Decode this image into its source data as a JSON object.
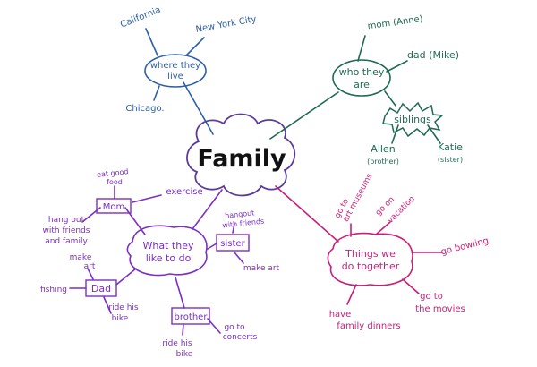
{
  "colors": {
    "blue": "#2e5fa8",
    "green": "#1f6b4f",
    "purple": "#7b2fc4",
    "magenta": "#c91f78",
    "center": "#5a3d9a",
    "ink": "#111111"
  },
  "center": {
    "label": "Family"
  },
  "where_they_live": {
    "title_line1": "where they",
    "title_line2": "live",
    "items": [
      "California",
      "New York City",
      "Chicago."
    ]
  },
  "who_they_are": {
    "title_line1": "who they",
    "title_line2": "are",
    "mom": "mom (Anne)",
    "dad": "dad (Mike)",
    "siblings": "siblings",
    "allen_name": "Allen",
    "allen_role": "(brother)",
    "katie_name": "Katie",
    "katie_role": "(sister)"
  },
  "what_they_like": {
    "title_line1": "What they",
    "title_line2": "like to do",
    "mom": "Mom",
    "mom_eat_line1": "eat good",
    "mom_eat_line2": "food",
    "mom_exercise": "exercise",
    "mom_hang_line1": "hang out",
    "mom_hang_line2": "with friends",
    "mom_hang_line3": "and family",
    "dad": "Dad",
    "dad_make_line1": "make",
    "dad_make_line2": "art",
    "dad_fishing": "fishing",
    "dad_ride_line1": "ride his",
    "dad_ride_line2": "bike",
    "sister": "sister",
    "sister_hang_line1": "hangout",
    "sister_hang_line2": "with friends",
    "sister_make": "make art",
    "brother": "brother",
    "brother_ride_line1": "ride his",
    "brother_ride_line2": "bike",
    "brother_go_line1": "go to",
    "brother_go_line2": "concerts"
  },
  "things_together": {
    "title_line1": "Things we",
    "title_line2": "do together",
    "museums_line1": "go to",
    "museums_line2": "art museums",
    "vacation_line1": "go on",
    "vacation_line2": "vacation",
    "bowling": "go bowling",
    "movies_line1": "go to",
    "movies_line2": "the movies",
    "dinners_line1": "have",
    "dinners_line2": "family dinners"
  }
}
